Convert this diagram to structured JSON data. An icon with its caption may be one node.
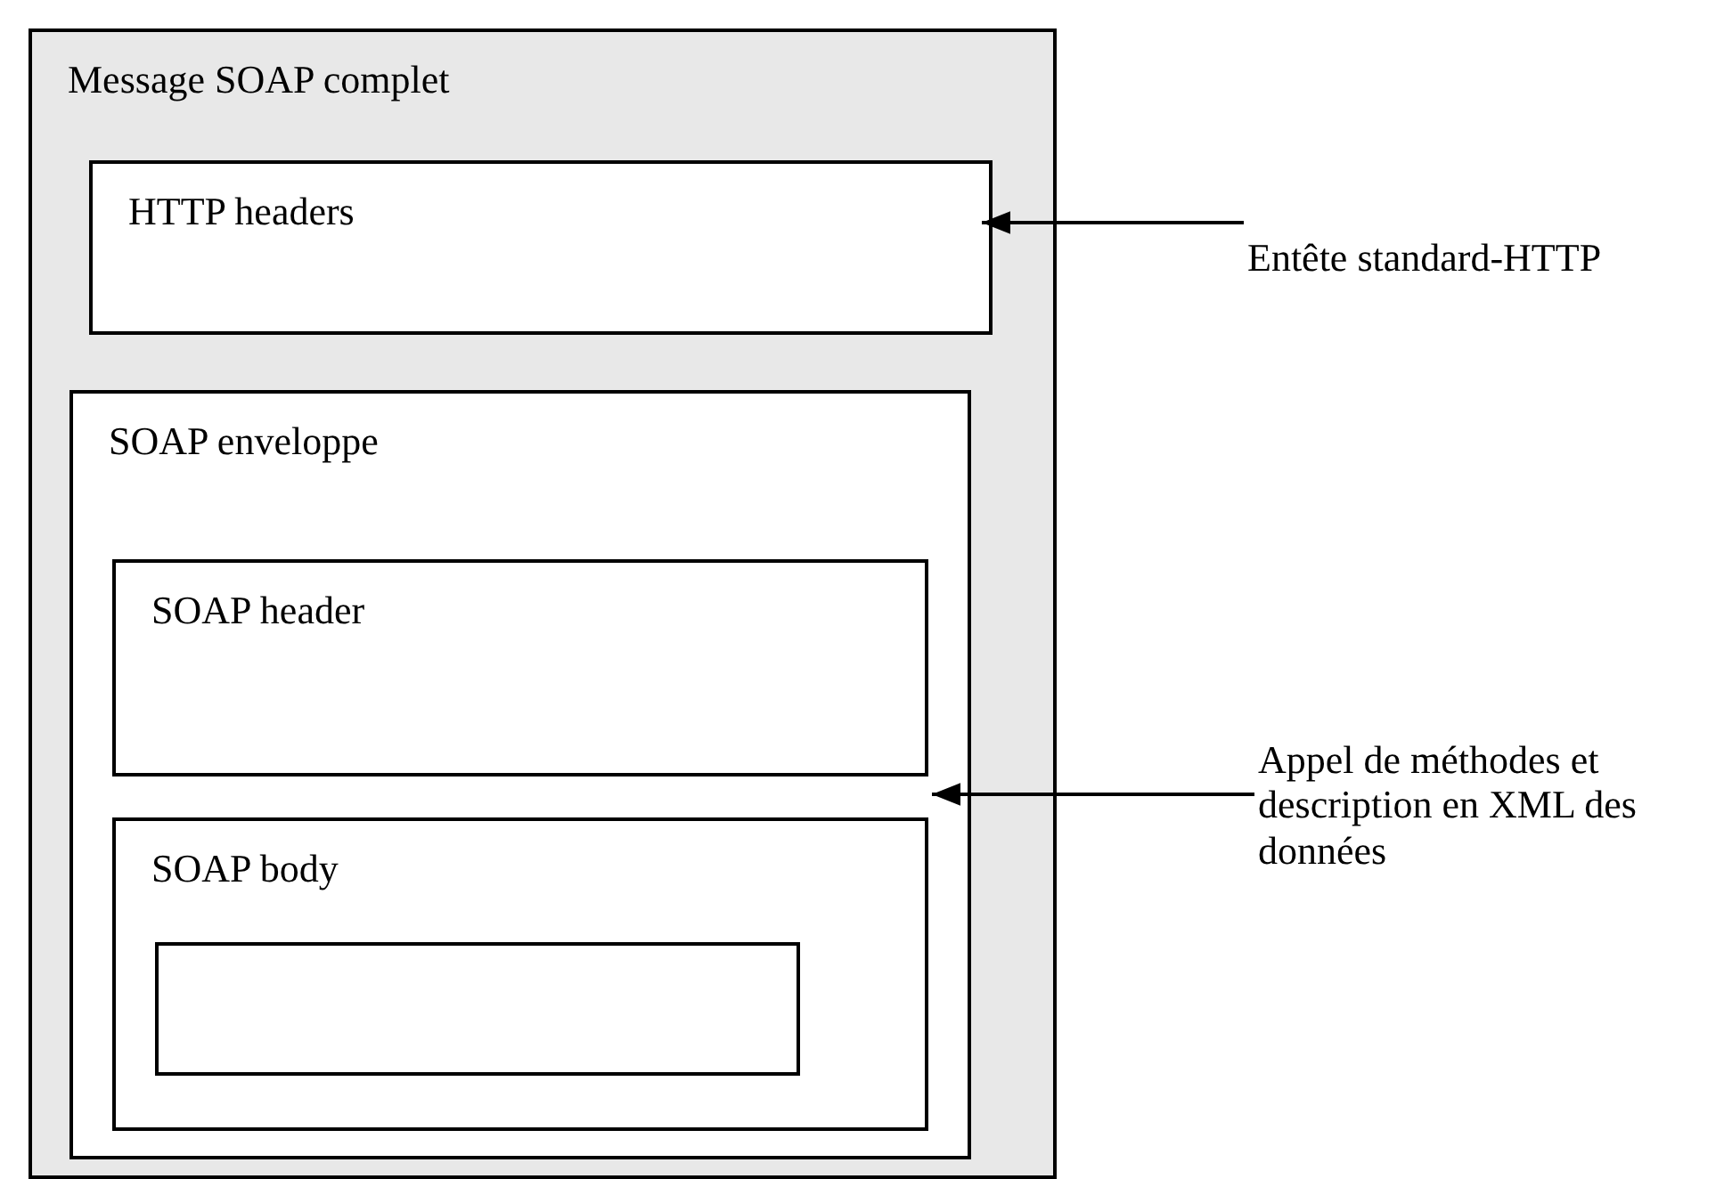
{
  "diagram": {
    "nodes": [
      {
        "text": [
          "Message SOAP complet"
        ]
      },
      {
        "text": [
          "HTTP headers"
        ],
        "in": 0
      },
      {
        "text": [
          "SOAP enveloppe"
        ],
        "in": 0
      },
      {
        "text": [
          "SOAP header"
        ],
        "in": 2
      },
      {
        "text": [
          "SOAP body"
        ],
        "in": 2
      },
      {
        "text": [],
        "shape": "box",
        "in": 4
      },
      {
        "text": [
          "Entête standard-HTTP"
        ]
      },
      {
        "text": [
          "Appel de méthodes et description en XML des données"
        ]
      }
    ],
    "edges": [
      {
        "from": 6,
        "to": 1,
        "arrow": "to"
      },
      {
        "from": 7,
        "to": 2,
        "arrow": "to"
      }
    ]
  }
}
